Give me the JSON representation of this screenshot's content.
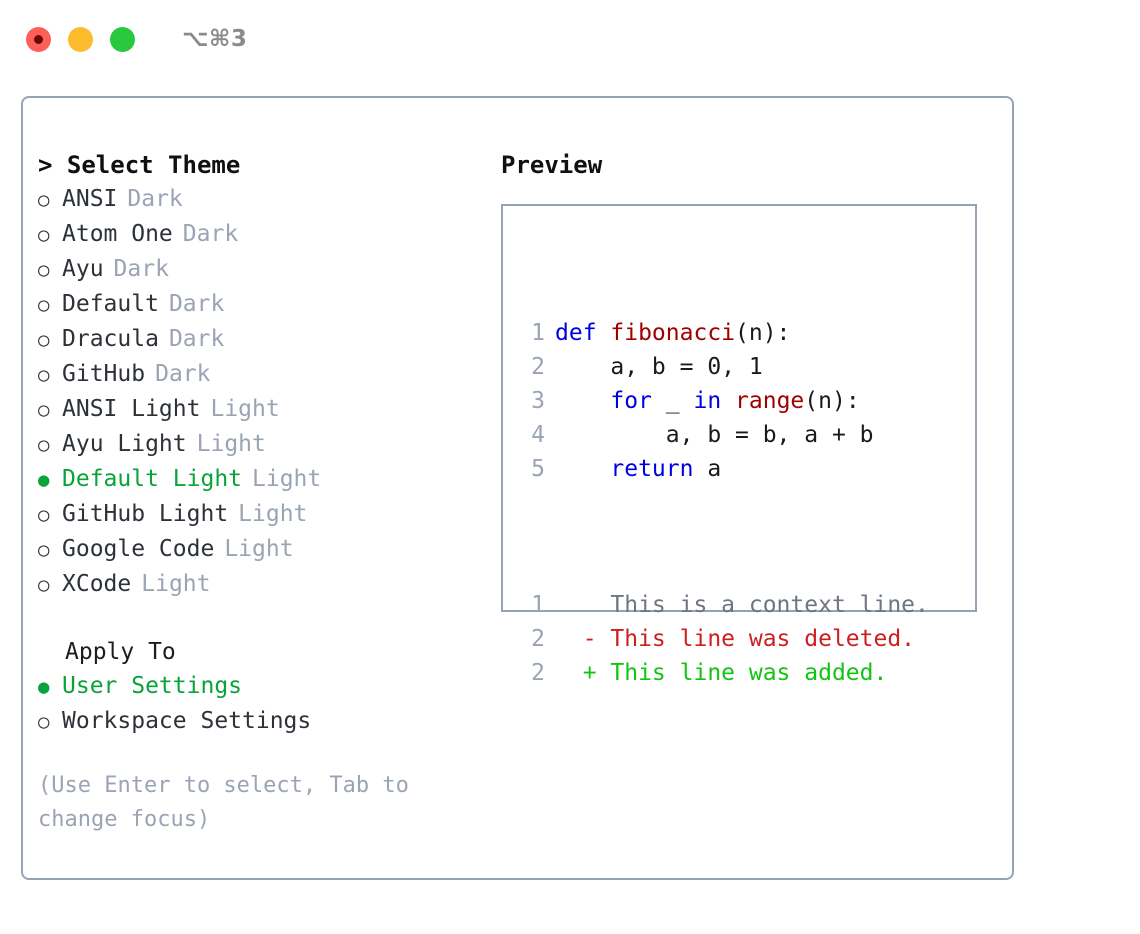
{
  "titlebar": {
    "buttons": [
      {
        "name": "close",
        "color": "#fc6058",
        "recording": true
      },
      {
        "name": "minimize",
        "color": "#fdbc2e",
        "recording": false
      },
      {
        "name": "maximize",
        "color": "#28c83f",
        "recording": false
      }
    ],
    "shortcut": "⌥⌘3"
  },
  "theme_picker": {
    "header": "> Select Theme",
    "options": [
      {
        "label": "ANSI",
        "tag": "Dark",
        "selected": false,
        "bullet": "○"
      },
      {
        "label": "Atom One",
        "tag": "Dark",
        "selected": false,
        "bullet": "○"
      },
      {
        "label": "Ayu",
        "tag": "Dark",
        "selected": false,
        "bullet": "○"
      },
      {
        "label": "Default",
        "tag": "Dark",
        "selected": false,
        "bullet": "○"
      },
      {
        "label": "Dracula",
        "tag": "Dark",
        "selected": false,
        "bullet": "○"
      },
      {
        "label": "GitHub",
        "tag": "Dark",
        "selected": false,
        "bullet": "○"
      },
      {
        "label": "ANSI Light",
        "tag": "Light",
        "selected": false,
        "bullet": "○"
      },
      {
        "label": "Ayu Light",
        "tag": "Light",
        "selected": false,
        "bullet": "○"
      },
      {
        "label": "Default Light",
        "tag": "Light",
        "selected": true,
        "bullet": "●"
      },
      {
        "label": "GitHub Light",
        "tag": "Light",
        "selected": false,
        "bullet": "○"
      },
      {
        "label": "Google Code",
        "tag": "Light",
        "selected": false,
        "bullet": "○"
      },
      {
        "label": "XCode",
        "tag": "Light",
        "selected": false,
        "bullet": "○"
      }
    ]
  },
  "apply_to": {
    "header": "Apply To",
    "options": [
      {
        "label": "User Settings",
        "selected": true,
        "bullet": "●"
      },
      {
        "label": "Workspace Settings",
        "selected": false,
        "bullet": "○"
      }
    ]
  },
  "hint": "(Use Enter to select, Tab to change focus)",
  "preview": {
    "header": "Preview",
    "code_lines": [
      {
        "num": "1",
        "tokens": [
          {
            "t": "def ",
            "c": "kw"
          },
          {
            "t": "fibonacci",
            "c": "fn"
          },
          {
            "t": "(n):",
            "c": "plain"
          }
        ]
      },
      {
        "num": "2",
        "tokens": [
          {
            "t": "    a, b = 0, 1",
            "c": "plain"
          }
        ]
      },
      {
        "num": "3",
        "tokens": [
          {
            "t": "    ",
            "c": "plain"
          },
          {
            "t": "for",
            "c": "kw"
          },
          {
            "t": " _ ",
            "c": "plain"
          },
          {
            "t": "in",
            "c": "kw"
          },
          {
            "t": " ",
            "c": "plain"
          },
          {
            "t": "range",
            "c": "fn"
          },
          {
            "t": "(n):",
            "c": "plain"
          }
        ]
      },
      {
        "num": "4",
        "tokens": [
          {
            "t": "        a, b = b, a + b",
            "c": "plain"
          }
        ]
      },
      {
        "num": "5",
        "tokens": [
          {
            "t": "    ",
            "c": "plain"
          },
          {
            "t": "return",
            "c": "kw"
          },
          {
            "t": " a",
            "c": "plain"
          }
        ]
      }
    ],
    "diff_lines": [
      {
        "num": "1",
        "marker": "  ",
        "text": "This is a context line.",
        "kind": "diff-ctx"
      },
      {
        "num": "2",
        "marker": "- ",
        "text": "This line was deleted.",
        "kind": "diff-del"
      },
      {
        "num": "2",
        "marker": "+ ",
        "text": "This line was added.",
        "kind": "diff-add"
      }
    ]
  },
  "colors": {
    "accent_green": "#0aa33a",
    "border": "#97a3b4",
    "muted": "#9aa4b4",
    "keyword": "#0000e0",
    "function": "#a10000",
    "diff_add": "#14c414",
    "diff_del": "#cc1f1f"
  }
}
